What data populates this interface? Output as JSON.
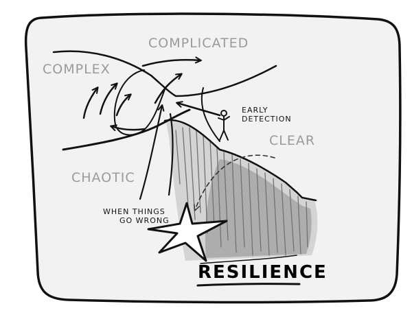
{
  "labels": {
    "complicated": "COMPLICATED",
    "complex": "COMPLEX",
    "clear": "CLEAR",
    "chaotic": "CHAOTIC",
    "early_detection_1": "EARLY",
    "early_detection_2": "DETECTION",
    "when_wrong_1": "WHEN THINGS",
    "when_wrong_2": "GO WRONG",
    "resilience": "RESILIENCE"
  },
  "colors": {
    "ink": "#111111",
    "domain_label": "#9a9a9a",
    "paper": "#f2f2f2",
    "cliff_shading": "#8a8a8a"
  },
  "icons": [
    "stick-figure-icon",
    "star-burst-icon"
  ]
}
